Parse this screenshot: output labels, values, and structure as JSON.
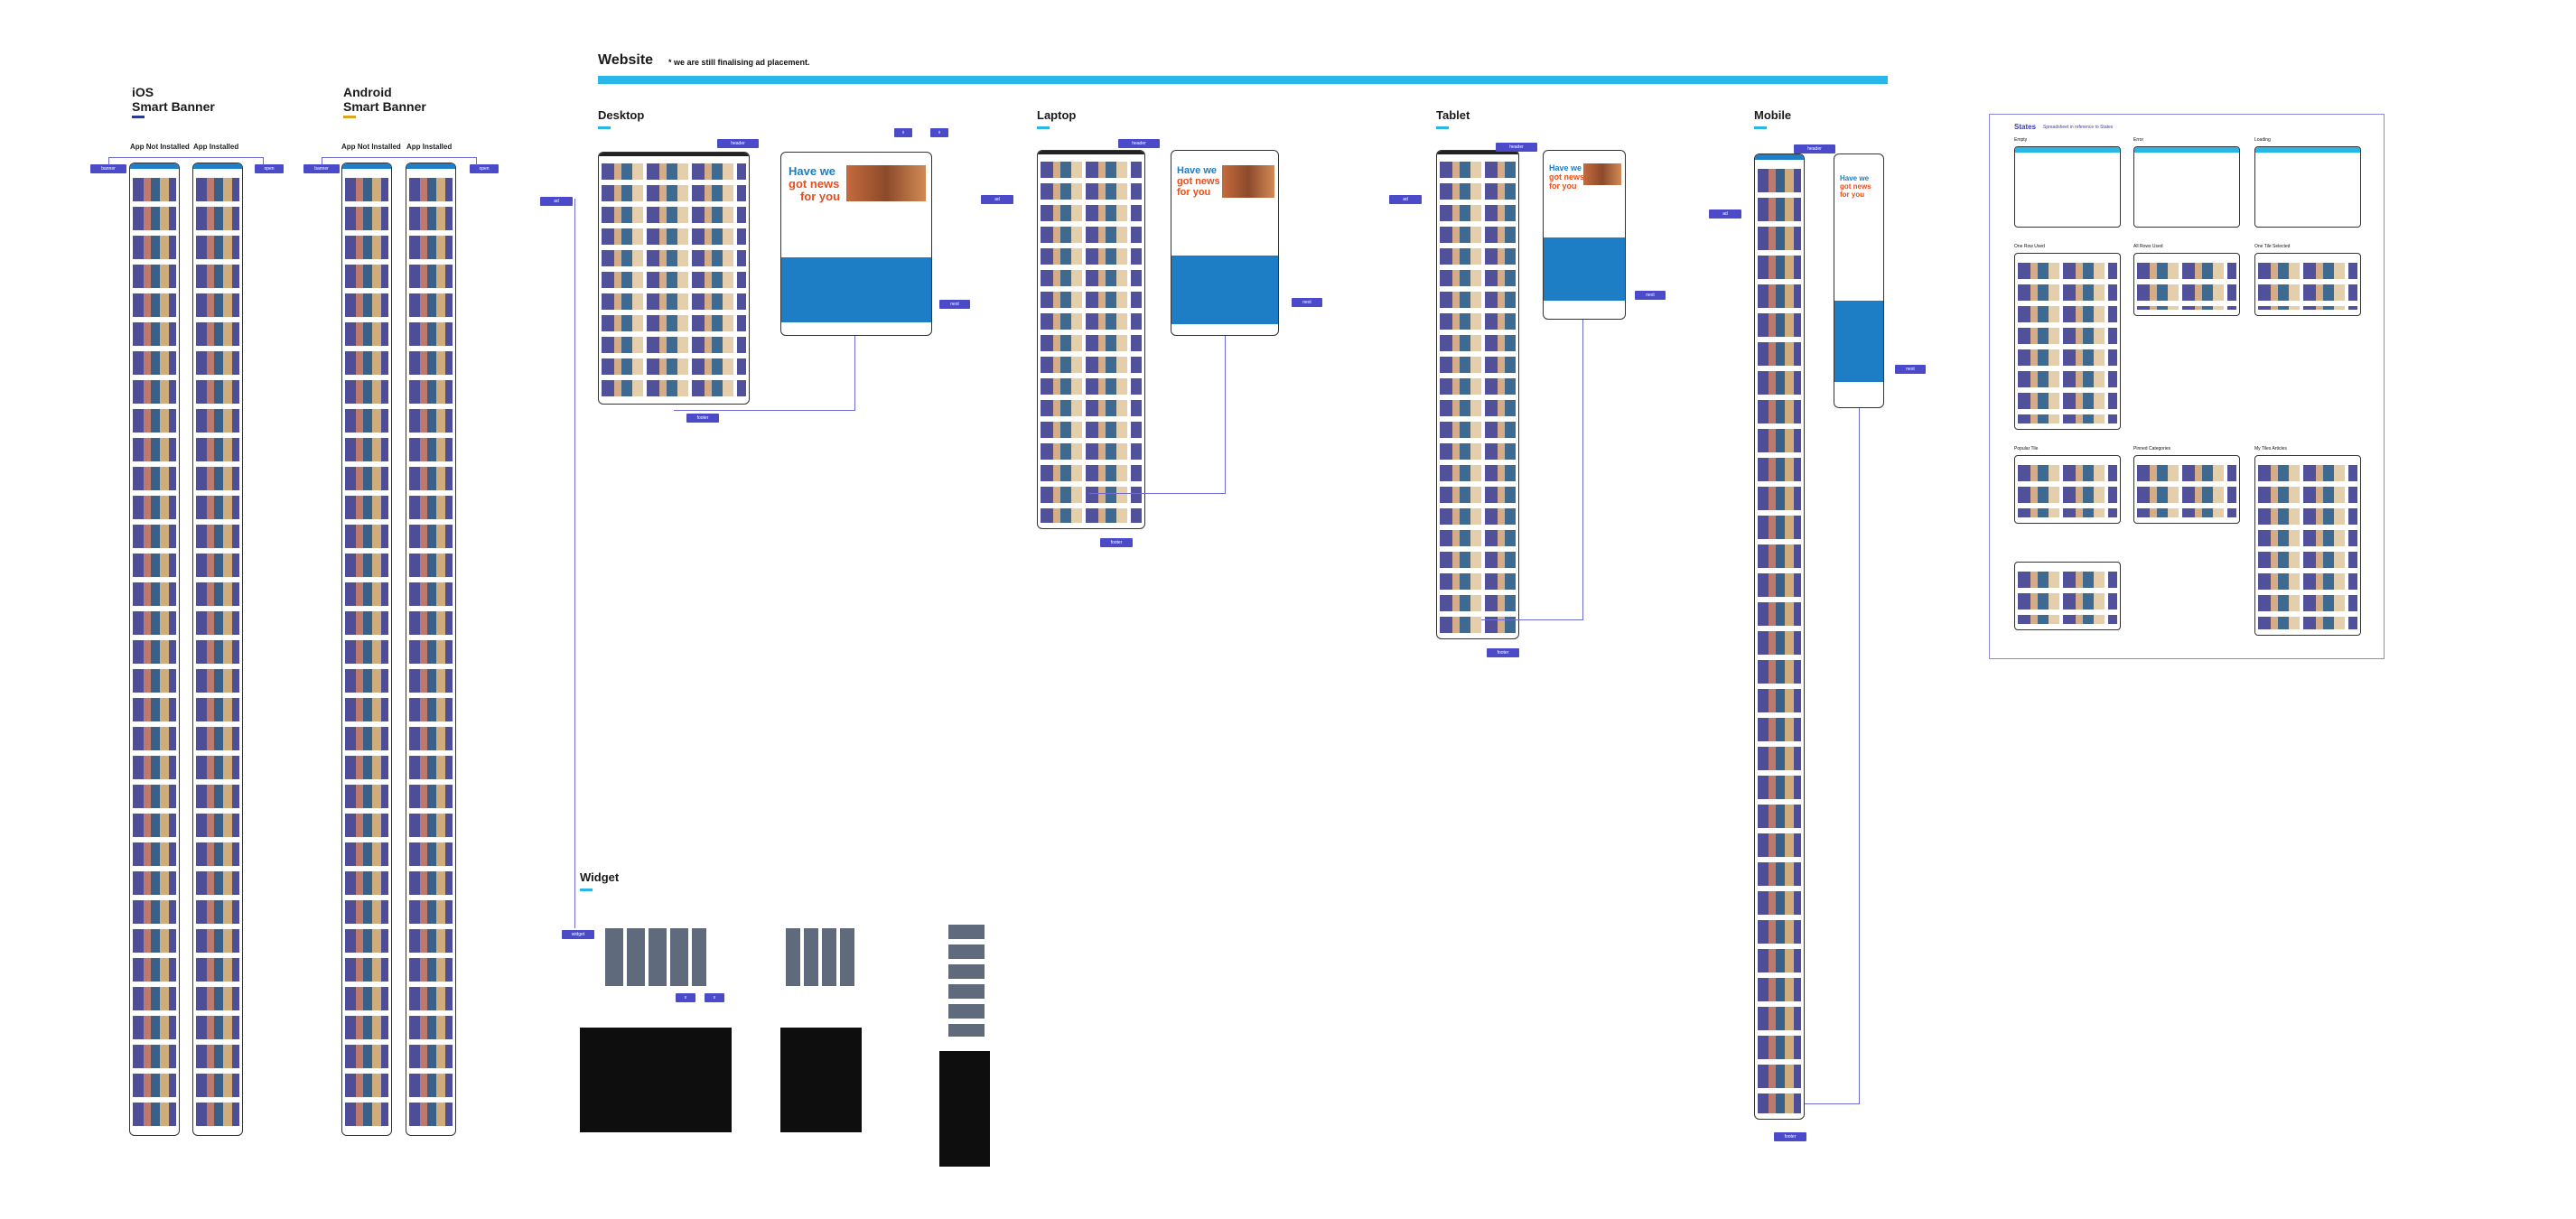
{
  "headers": {
    "ios": "iOS\nSmart Banner",
    "android": "Android\nSmart Banner",
    "website": "Website",
    "website_note": "* we are still finalising ad placement.",
    "desktop": "Desktop",
    "laptop": "Laptop",
    "tablet": "Tablet",
    "mobile": "Mobile",
    "widget": "Widget"
  },
  "labels": {
    "ios_not_installed": "App Not Installed",
    "ios_installed": "App Installed",
    "android_not_installed": "App Not Installed",
    "android_installed": "App Installed"
  },
  "promo": {
    "headline_1": "Have we",
    "headline_2": "got news",
    "headline_3": "for you"
  },
  "states": {
    "title": "States",
    "subtitle": "Spreadsheet in reference to States",
    "empty": "Empty",
    "error": "Error",
    "loading": "Loading",
    "one_row": "One Row Used",
    "all_rows": "All Rows Used",
    "one_tile": "One Tile Selected",
    "popular_tile": "Popular Tile",
    "pinned_categories": "Pinned Categories",
    "my_tiles": "My Tiles Articles"
  },
  "colors": {
    "accent": "#29b6e8",
    "tag": "#4b4bc9",
    "blue": "#1d7ec6"
  }
}
